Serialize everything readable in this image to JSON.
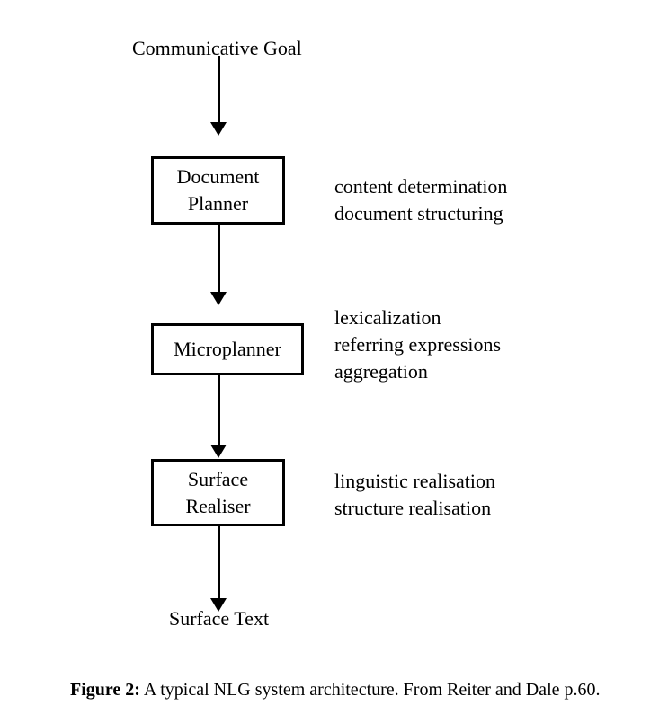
{
  "figure": {
    "input_label": "Communicative Goal",
    "output_label": "Surface Text",
    "stages": [
      {
        "box_lines": [
          "Document",
          "Planner"
        ],
        "tasks": [
          "content determination",
          "document structuring"
        ]
      },
      {
        "box_lines": [
          "Microplanner"
        ],
        "tasks": [
          "lexicalization",
          "referring expressions",
          "aggregation"
        ]
      },
      {
        "box_lines": [
          "Surface",
          "Realiser"
        ],
        "tasks": [
          "linguistic realisation",
          "structure realisation"
        ]
      }
    ],
    "caption_label": "Figure 2:",
    "caption_text": "A typical NLG system architecture. From Reiter and Dale p.60.",
    "colors": {
      "ink": "#000000",
      "background": "#ffffff"
    }
  }
}
